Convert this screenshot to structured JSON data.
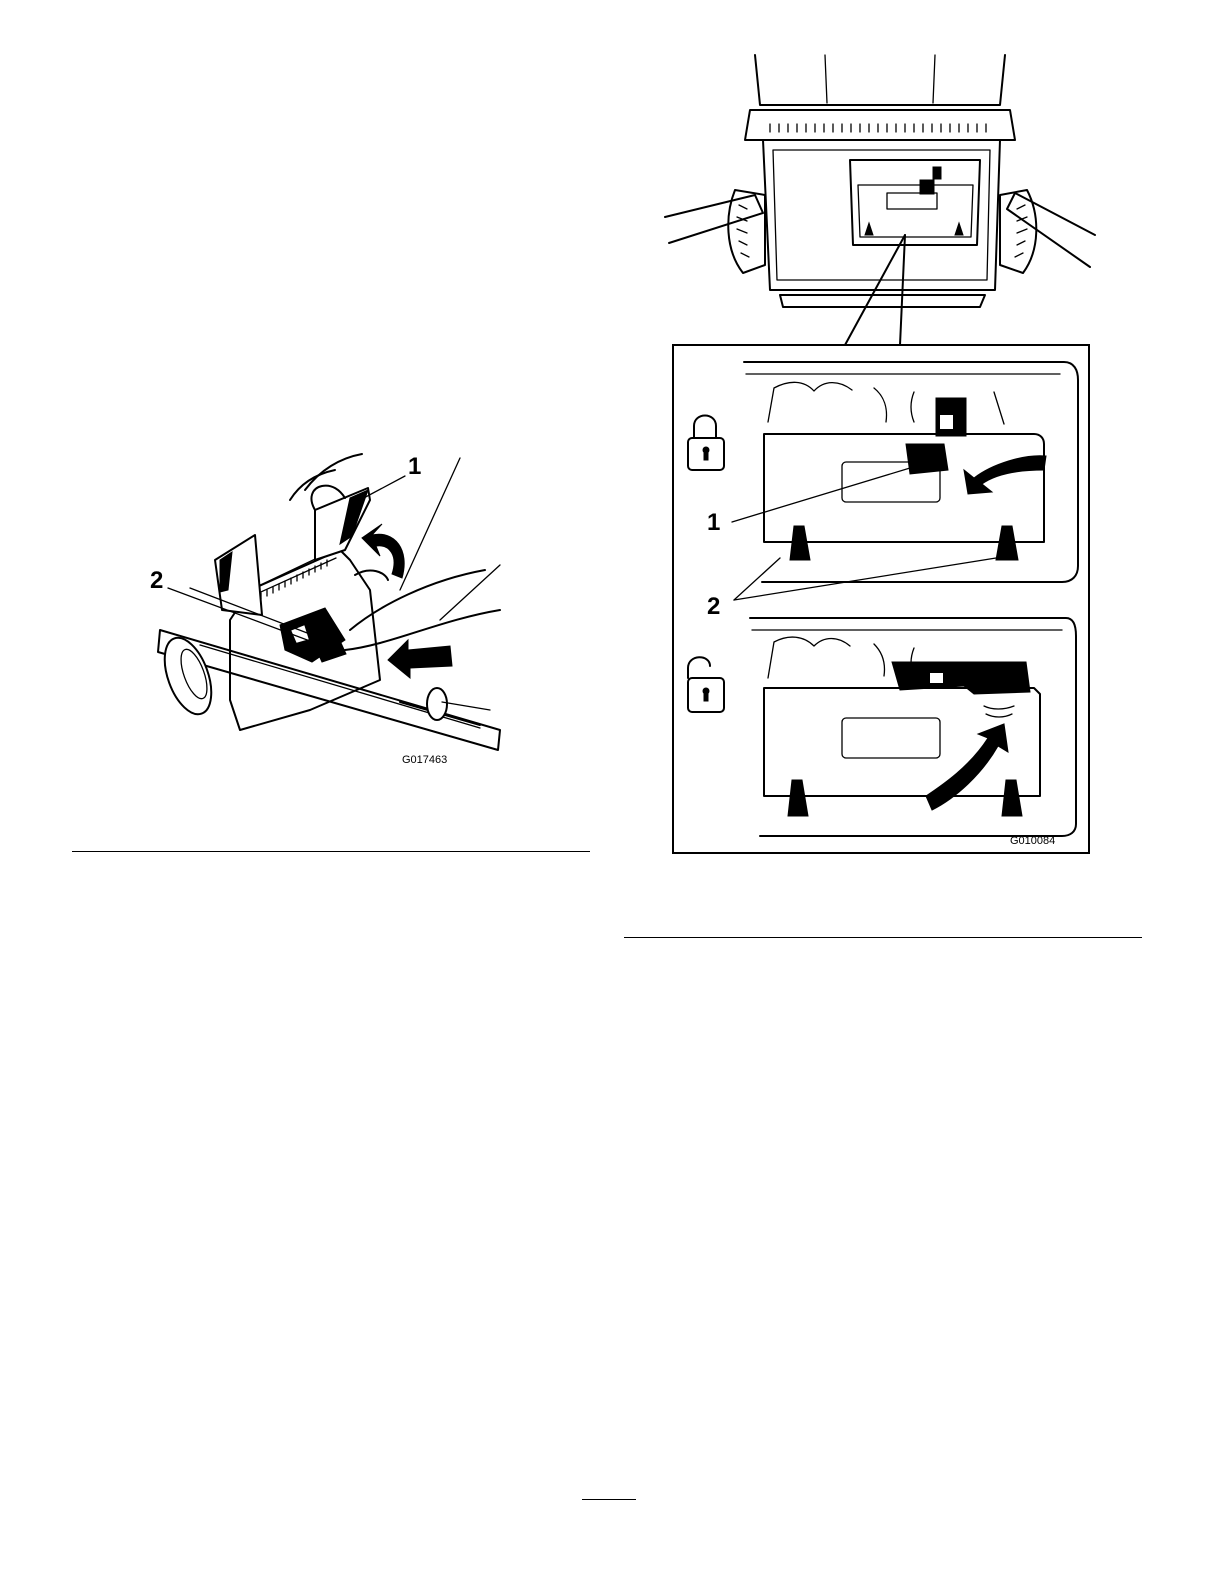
{
  "left_figure": {
    "callouts": [
      "1",
      "2"
    ],
    "figure_id": "G017463",
    "icons": [
      "grass-bag-handle",
      "lift-arrow-icon",
      "push-arrow-icon"
    ]
  },
  "right_figure": {
    "callouts": [
      "1",
      "2"
    ],
    "figure_id": "G010084",
    "icons": [
      "lock-closed-icon",
      "lock-open-icon",
      "rotate-arrow-icon"
    ]
  },
  "colors": {
    "ink": "#000000",
    "paper": "#ffffff"
  }
}
